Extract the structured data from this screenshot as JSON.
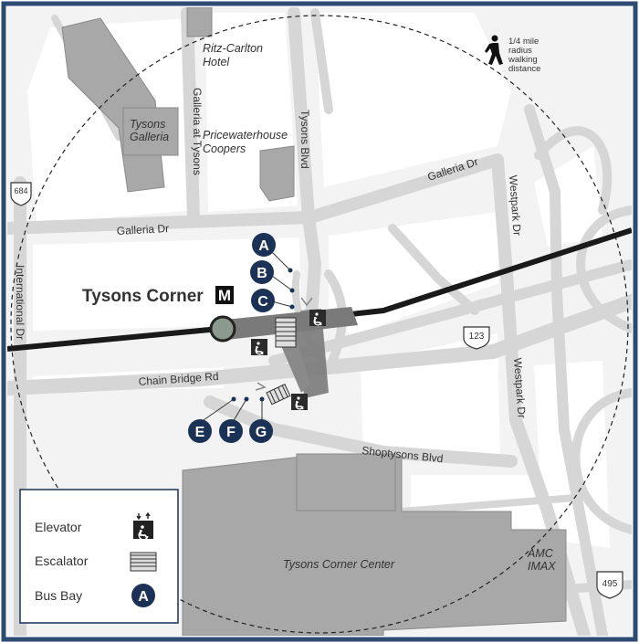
{
  "station": {
    "name": "Tysons Corner",
    "metro_symbol": "M"
  },
  "walk_note": {
    "line1": "1/4 mile",
    "line2": "radius",
    "line3": "walking",
    "line4": "distance"
  },
  "places": {
    "ritz_line1": "Ritz-Carlton",
    "ritz_line2": "Hotel",
    "galleria_line1": "Tysons",
    "galleria_line2": "Galleria",
    "pwc_line1": "Pricewaterhouse",
    "pwc_line2": "Coopers",
    "mall": "Tysons Corner Center",
    "amc_line1": "AMC",
    "amc_line2": "IMAX"
  },
  "streets": {
    "galleria_at_tysons": "Galleria at Tysons",
    "tysons_blvd": "Tysons Blvd",
    "galleria_dr_west": "Galleria Dr",
    "galleria_dr_east": "Galleria Dr",
    "international_dr": "International Dr",
    "westpark_dr_upper": "Westpark Dr",
    "westpark_dr_lower": "Westpark Dr",
    "chain_bridge_rd": "Chain Bridge Rd",
    "shoptysons_blvd": "Shoptysons Blvd"
  },
  "shields": {
    "route_684": "684",
    "route_123": "123",
    "route_495": "495"
  },
  "bus_bays": [
    "A",
    "B",
    "C",
    "E",
    "F",
    "G"
  ],
  "legend": {
    "elevator": "Elevator",
    "escalator": "Escalator",
    "bus_bay": "Bus Bay",
    "bus_bay_sample": "A"
  },
  "colors": {
    "navy": "#1b3155",
    "road": "#d9d9d9",
    "building": "#a8a8a8",
    "track": "#1a1a1a",
    "frame": "#2d4a73"
  }
}
